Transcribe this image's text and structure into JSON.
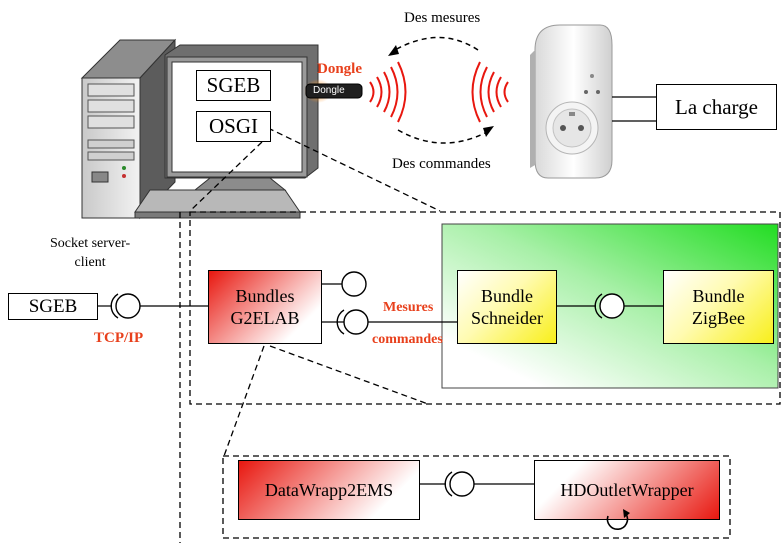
{
  "top": {
    "sgeb": "SGEB",
    "osgi": "OSGI",
    "dongle_label": "Dongle",
    "dongle_device": "Dongle",
    "measures": "Des mesures",
    "commands": "Des commandes",
    "load": "La charge"
  },
  "middle": {
    "socket": "Socket server-\nclient",
    "sgeb": "SGEB",
    "tcpip": "TCP/IP",
    "bundles_g2elab": "Bundles\nG2ELAB",
    "mesures": "Mesures",
    "commandes": "commandes",
    "bundle_schneider": "Bundle\nSchneider",
    "bundle_zigbee": "Bundle\nZigBee"
  },
  "bottom": {
    "datawrapp": "DataWrapp2EMS",
    "hdoutlet": "HDOutletWrapper"
  },
  "colors": {
    "accent_red": "#e8401c",
    "wave_red": "#e8170f",
    "green": "#2ee32e",
    "yellow": "#f8ef1a"
  }
}
